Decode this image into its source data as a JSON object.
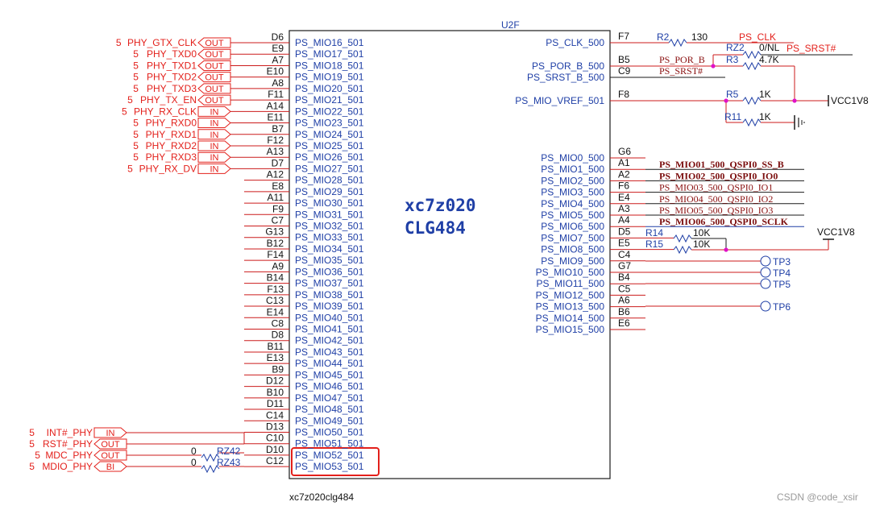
{
  "part": {
    "designator": "U2F",
    "name_line1": "xc7z020",
    "name_line2": "CLG484",
    "footer": "xc7z020clg484"
  },
  "watermark": "CSDN @code_xsir",
  "highlighted_pins": [
    "PS_MIO52_501",
    "PS_MIO53_501"
  ],
  "colors": {
    "wire": "#cc1b1b",
    "body": "#1a1a1a",
    "pin_text": "#1f3fa6",
    "net": "#e3201b",
    "highlight": "#e3201b",
    "junction": "#e011c8"
  },
  "left_pins": [
    {
      "num": "D6",
      "name": "PS_MIO16_501",
      "net": "PHY_GTX_CLK",
      "sheet": "5",
      "dir": "OUT"
    },
    {
      "num": "E9",
      "name": "PS_MIO17_501",
      "net": "PHY_TXD0",
      "sheet": "5",
      "dir": "OUT"
    },
    {
      "num": "A7",
      "name": "PS_MIO18_501",
      "net": "PHY_TXD1",
      "sheet": "5",
      "dir": "OUT"
    },
    {
      "num": "E10",
      "name": "PS_MIO19_501",
      "net": "PHY_TXD2",
      "sheet": "5",
      "dir": "OUT"
    },
    {
      "num": "A8",
      "name": "PS_MIO20_501",
      "net": "PHY_TXD3",
      "sheet": "5",
      "dir": "OUT"
    },
    {
      "num": "F11",
      "name": "PS_MIO21_501",
      "net": "PHY_TX_EN",
      "sheet": "5",
      "dir": "OUT"
    },
    {
      "num": "A14",
      "name": "PS_MIO22_501",
      "net": "PHY_RX_CLK",
      "sheet": "5",
      "dir": "IN"
    },
    {
      "num": "E11",
      "name": "PS_MIO23_501",
      "net": "PHY_RXD0",
      "sheet": "5",
      "dir": "IN"
    },
    {
      "num": "B7",
      "name": "PS_MIO24_501",
      "net": "PHY_RXD1",
      "sheet": "5",
      "dir": "IN"
    },
    {
      "num": "F12",
      "name": "PS_MIO25_501",
      "net": "PHY_RXD2",
      "sheet": "5",
      "dir": "IN"
    },
    {
      "num": "A13",
      "name": "PS_MIO26_501",
      "net": "PHY_RXD3",
      "sheet": "5",
      "dir": "IN"
    },
    {
      "num": "D7",
      "name": "PS_MIO27_501",
      "net": "PHY_RX_DV",
      "sheet": "5",
      "dir": "IN"
    },
    {
      "num": "A12",
      "name": "PS_MIO28_501"
    },
    {
      "num": "E8",
      "name": "PS_MIO29_501"
    },
    {
      "num": "A11",
      "name": "PS_MIO30_501"
    },
    {
      "num": "F9",
      "name": "PS_MIO31_501"
    },
    {
      "num": "C7",
      "name": "PS_MIO32_501"
    },
    {
      "num": "G13",
      "name": "PS_MIO33_501"
    },
    {
      "num": "B12",
      "name": "PS_MIO34_501"
    },
    {
      "num": "F14",
      "name": "PS_MIO35_501"
    },
    {
      "num": "A9",
      "name": "PS_MIO36_501"
    },
    {
      "num": "B14",
      "name": "PS_MIO37_501"
    },
    {
      "num": "F13",
      "name": "PS_MIO38_501"
    },
    {
      "num": "C13",
      "name": "PS_MIO39_501"
    },
    {
      "num": "E14",
      "name": "PS_MIO40_501"
    },
    {
      "num": "C8",
      "name": "PS_MIO41_501"
    },
    {
      "num": "D8",
      "name": "PS_MIO42_501"
    },
    {
      "num": "B11",
      "name": "PS_MIO43_501"
    },
    {
      "num": "E13",
      "name": "PS_MIO44_501"
    },
    {
      "num": "B9",
      "name": "PS_MIO45_501"
    },
    {
      "num": "D12",
      "name": "PS_MIO46_501"
    },
    {
      "num": "B10",
      "name": "PS_MIO47_501"
    },
    {
      "num": "D11",
      "name": "PS_MIO48_501"
    },
    {
      "num": "C14",
      "name": "PS_MIO49_501"
    },
    {
      "num": "D13",
      "name": "PS_MIO50_501"
    },
    {
      "num": "C10",
      "name": "PS_MIO51_501",
      "net": "INT#_PHY",
      "sheet": "5",
      "dir": "IN"
    },
    {
      "num": "D10",
      "name": "PS_MIO52_501",
      "net": "RST#_PHY",
      "sheet": "5",
      "dir": "OUT"
    },
    {
      "num": "C12",
      "name": "PS_MIO53_501",
      "net": "MDC_PHY",
      "sheet": "5",
      "dir": "OUT"
    },
    {
      "num": "",
      "name": "",
      "net": "MDIO_PHY",
      "sheet": "5",
      "dir": "BI"
    }
  ],
  "series_resistors": [
    {
      "ref": "RZ42",
      "value": "0"
    },
    {
      "ref": "RZ43",
      "value": "0"
    }
  ],
  "right_upper_pins": [
    {
      "num": "F7",
      "name": "PS_CLK_500"
    },
    {
      "num": "B5",
      "name": "PS_POR_B_500"
    },
    {
      "num": "C9",
      "name": "PS_SRST_B_500"
    },
    {
      "num": "F8",
      "name": "PS_MIO_VREF_501"
    }
  ],
  "right_upper_nets": {
    "r2_ref": "R2",
    "r2_val": "130",
    "ps_clk": "PS_CLK",
    "rz2_ref": "RZ2",
    "rz2_val": "0/NL",
    "ps_srst_net": "PS_SRST#",
    "ps_por_b": "PS_POR_B",
    "r3_ref": "R3",
    "r3_val": "4.7K",
    "ps_srst_c9": "PS_SRST#",
    "r5_ref": "R5",
    "r5_val": "1K",
    "r11_ref": "R11",
    "r11_val": "1K",
    "vcc_top": "VCC1V8"
  },
  "right_lower_pins": [
    {
      "num": "G6",
      "name": "PS_MIO0_500"
    },
    {
      "num": "A1",
      "name": "PS_MIO1_500",
      "net": "PS_MIO01_500_QSPI0_SS_B",
      "style": "bold"
    },
    {
      "num": "A2",
      "name": "PS_MIO2_500",
      "net": "PS_MIO02_500_QSPI0_IO0",
      "style": "bold"
    },
    {
      "num": "F6",
      "name": "PS_MIO3_500",
      "net": "PS_MIO03_500_QSPI0_IO1",
      "style": "normal"
    },
    {
      "num": "E4",
      "name": "PS_MIO4_500",
      "net": "PS_MIO04_500_QSPI0_IO2",
      "style": "normal"
    },
    {
      "num": "A3",
      "name": "PS_MIO5_500",
      "net": "PS_MIO05_500_QSPI0_IO3",
      "style": "normal"
    },
    {
      "num": "A4",
      "name": "PS_MIO6_500",
      "net": "PS_MIO06_500_QSPI0_SCLK",
      "style": "bold"
    },
    {
      "num": "D5",
      "name": "PS_MIO7_500"
    },
    {
      "num": "E5",
      "name": "PS_MIO8_500"
    },
    {
      "num": "C4",
      "name": "PS_MIO9_500"
    },
    {
      "num": "G7",
      "name": "PS_MIO10_500"
    },
    {
      "num": "B4",
      "name": "PS_MIO11_500"
    },
    {
      "num": "C5",
      "name": "PS_MIO12_500"
    },
    {
      "num": "A6",
      "name": "PS_MIO13_500"
    },
    {
      "num": "B6",
      "name": "PS_MIO14_500"
    },
    {
      "num": "E6",
      "name": "PS_MIO15_500"
    }
  ],
  "right_lower_extras": {
    "r14_ref": "R14",
    "r14_val": "10K",
    "r15_ref": "R15",
    "r15_val": "10K",
    "vcc_mid": "VCC1V8",
    "tp3": "TP3",
    "tp4": "TP4",
    "tp5": "TP5",
    "tp6": "TP6"
  }
}
